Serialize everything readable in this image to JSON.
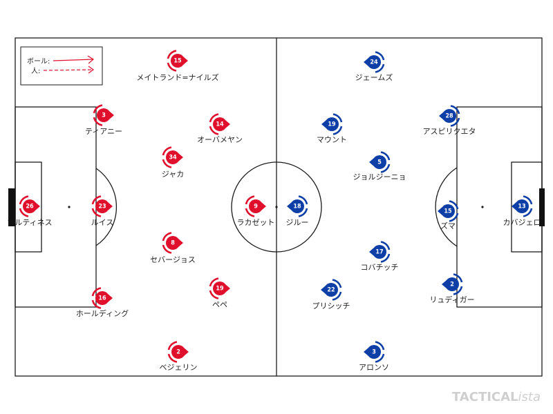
{
  "legend": {
    "ball_label": "ボール:",
    "person_label": "人:"
  },
  "colors": {
    "home": "#e0102d",
    "away": "#0d3fa6",
    "lines": "#1a1a1a"
  },
  "home": {
    "players": [
      {
        "number": "15",
        "name": "メイトランド=ナイルズ"
      },
      {
        "number": "3",
        "name": "ティアニー"
      },
      {
        "number": "14",
        "name": "オーバメヤン"
      },
      {
        "number": "34",
        "name": "ジャカ"
      },
      {
        "number": "26",
        "name": "マルティネス"
      },
      {
        "number": "23",
        "name": "ルイス"
      },
      {
        "number": "9",
        "name": "ラカゼット"
      },
      {
        "number": "8",
        "name": "セバージョス"
      },
      {
        "number": "19",
        "name": "ペペ"
      },
      {
        "number": "16",
        "name": "ホールディング"
      },
      {
        "number": "2",
        "name": "ベジェリン"
      }
    ]
  },
  "away": {
    "players": [
      {
        "number": "24",
        "name": "ジェームズ"
      },
      {
        "number": "28",
        "name": "アスピリクエタ"
      },
      {
        "number": "19",
        "name": "マウント"
      },
      {
        "number": "5",
        "name": "ジョルジーニョ"
      },
      {
        "number": "18",
        "name": "ジルー"
      },
      {
        "number": "15",
        "name": "ズマ"
      },
      {
        "number": "13",
        "name": "カバジェロ"
      },
      {
        "number": "17",
        "name": "コバチッチ"
      },
      {
        "number": "22",
        "name": "プリシッチ"
      },
      {
        "number": "2",
        "name": "リュディガー"
      },
      {
        "number": "3",
        "name": "アロンソ"
      }
    ]
  },
  "watermark": {
    "brand": "TACTICAL",
    "suffix": "ista"
  }
}
